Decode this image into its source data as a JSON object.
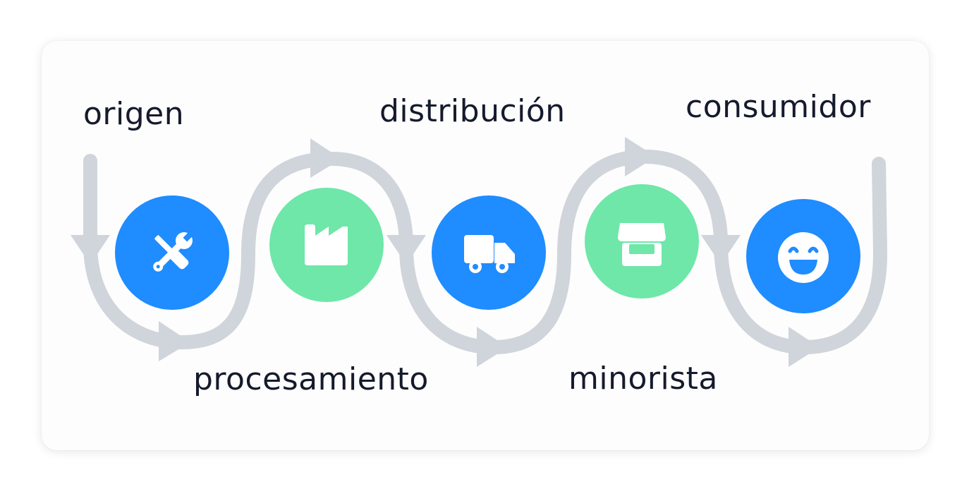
{
  "stages": [
    {
      "label": "origen",
      "icon": "tools-icon",
      "color": "#1f8cff"
    },
    {
      "label": "procesamiento",
      "icon": "factory-icon",
      "color": "#6ee7a9"
    },
    {
      "label": "distribución",
      "icon": "truck-icon",
      "color": "#1f8cff"
    },
    {
      "label": "minorista",
      "icon": "store-icon",
      "color": "#6ee7a9"
    },
    {
      "label": "consumidor",
      "icon": "smile-icon",
      "color": "#1f8cff"
    }
  ],
  "colors": {
    "path": "#d0d4db",
    "blue": "#1f8cff",
    "green": "#6ee7a9",
    "text": "#151a2c"
  }
}
